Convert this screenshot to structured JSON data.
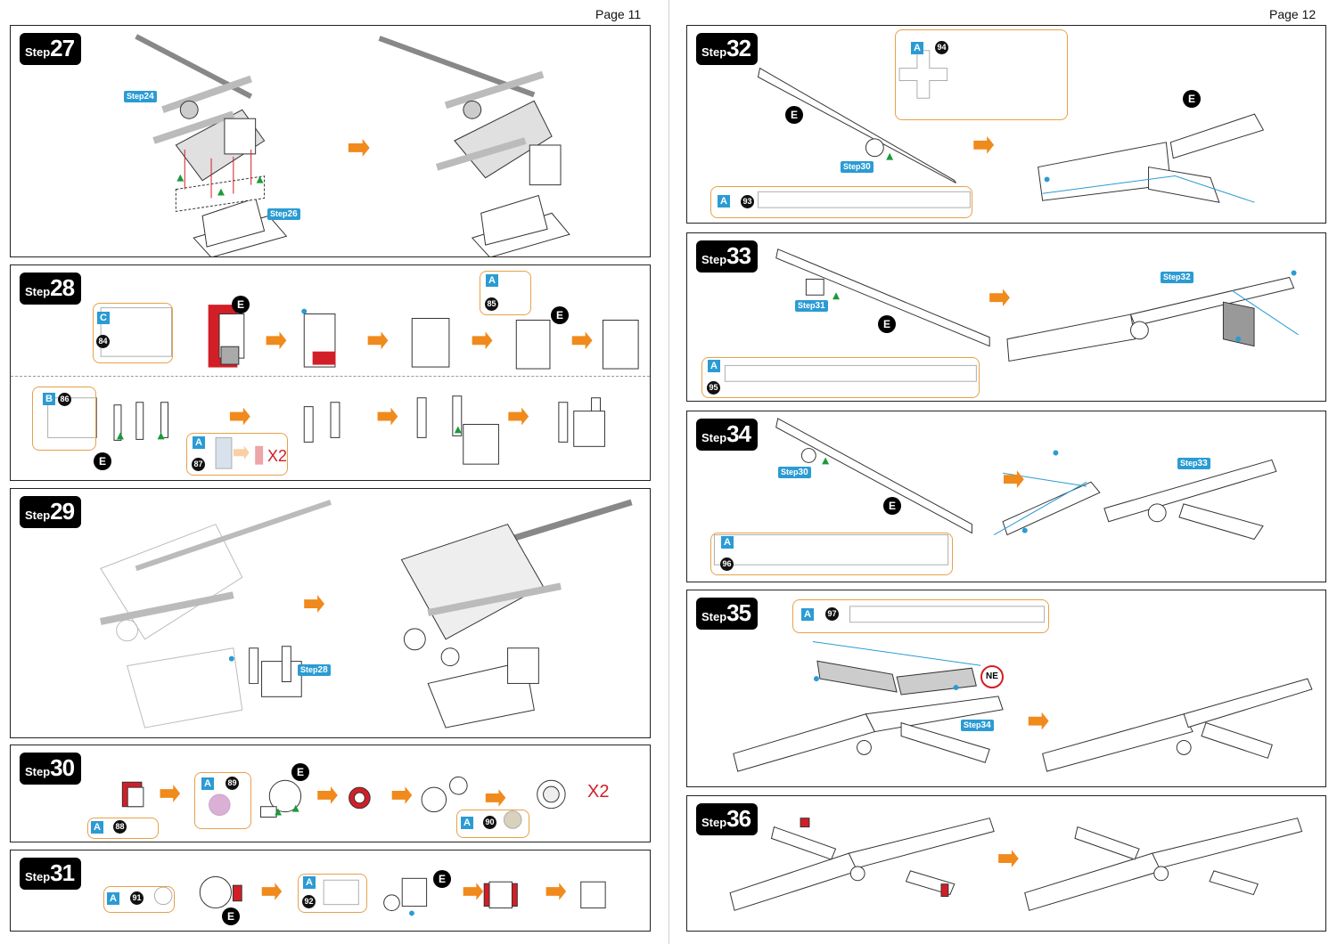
{
  "pages": {
    "left": "Page 11",
    "right": "Page 12"
  },
  "step_word": "Step",
  "steps": {
    "s27": {
      "num": "27",
      "refs": [
        "24",
        "26"
      ]
    },
    "s28": {
      "num": "28",
      "parts": [
        {
          "sheet": "C",
          "part": "84"
        },
        {
          "sheet": "A",
          "part": "85"
        },
        {
          "sheet": "B",
          "part": "86"
        },
        {
          "sheet": "A",
          "part": "87"
        }
      ],
      "multiplier": "X2"
    },
    "s29": {
      "num": "29",
      "refs": [
        "28"
      ]
    },
    "s30": {
      "num": "30",
      "parts": [
        {
          "sheet": "A",
          "part": "88"
        },
        {
          "sheet": "A",
          "part": "89"
        },
        {
          "sheet": "A",
          "part": "90"
        }
      ],
      "multiplier": "X2"
    },
    "s31": {
      "num": "31",
      "parts": [
        {
          "sheet": "A",
          "part": "91"
        },
        {
          "sheet": "A",
          "part": "92"
        }
      ]
    },
    "s32": {
      "num": "32",
      "parts": [
        {
          "sheet": "A",
          "part": "94"
        },
        {
          "sheet": "A",
          "part": "93"
        }
      ],
      "refs": [
        "30"
      ]
    },
    "s33": {
      "num": "33",
      "parts": [
        {
          "sheet": "A",
          "part": "95"
        }
      ],
      "refs": [
        "31",
        "32"
      ]
    },
    "s34": {
      "num": "34",
      "parts": [
        {
          "sheet": "A",
          "part": "96"
        }
      ],
      "refs": [
        "30",
        "33"
      ]
    },
    "s35": {
      "num": "35",
      "parts": [
        {
          "sheet": "A",
          "part": "97"
        }
      ],
      "refs": [
        "34"
      ],
      "marker": "NE"
    },
    "s36": {
      "num": "36"
    }
  },
  "edge_marker": "E",
  "colors": {
    "arrow": "#f08a1c",
    "callout": "#e8a04a",
    "sheet": "#2b9bd3",
    "highlight_red": "#d21e27",
    "grey_fill": "#9a9a9a"
  },
  "icons": [
    "arrow-right-icon",
    "green-triangle-icon",
    "blue-dot-icon",
    "red-fold-line-icon"
  ]
}
